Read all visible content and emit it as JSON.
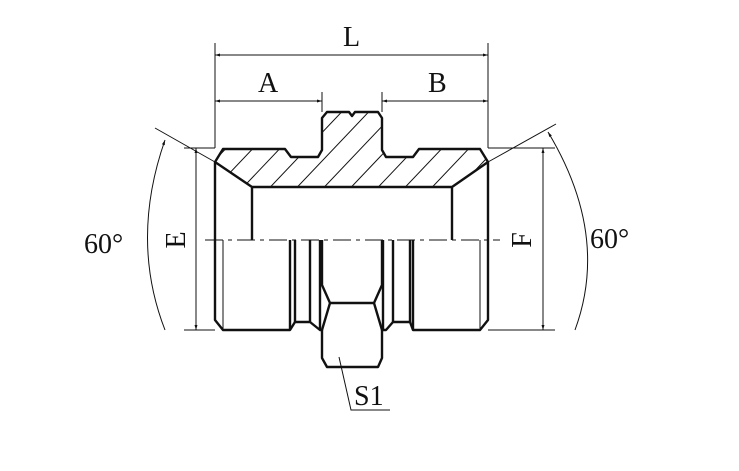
{
  "labels": {
    "length": "L",
    "left_thread_length": "A",
    "right_thread_length": "B",
    "left_thread_diameter": "E",
    "right_thread_diameter": "F",
    "left_angle": "60°",
    "right_angle": "60°",
    "hex_size": "S1"
  },
  "colors": {
    "line": "#111111",
    "background": "#ffffff"
  }
}
